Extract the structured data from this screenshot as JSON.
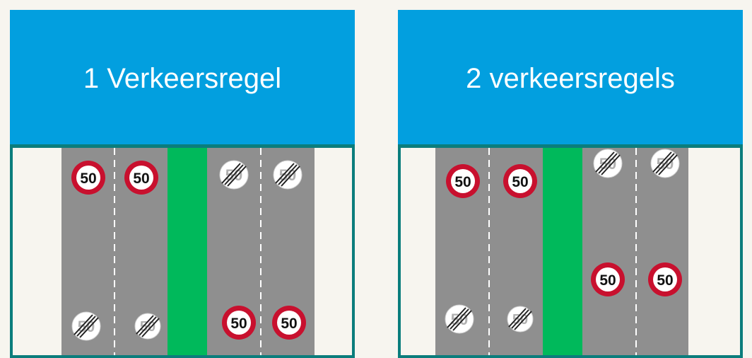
{
  "panels": [
    {
      "title": "1 Verkeersregel",
      "left_carriageway": {
        "upper_signs": "50",
        "lower_signs": "end-of-50"
      },
      "right_carriageway": {
        "upper_signs": "end-of-50",
        "lower_signs": "50"
      }
    },
    {
      "title": "2 verkeersregels",
      "left_carriageway": {
        "upper_signs": "50",
        "lower_signs": "end-of-50"
      },
      "right_carriageway": {
        "upper_signs": "end-of-50",
        "lower_signs": "50"
      }
    }
  ],
  "sign_text": "50",
  "colors": {
    "header": "#029fdf",
    "road": "#8f8f8f",
    "median": "#00b95b",
    "border": "#0b7d7c",
    "verge": "#f7f5ef",
    "sign_ring": "#c8102e"
  }
}
